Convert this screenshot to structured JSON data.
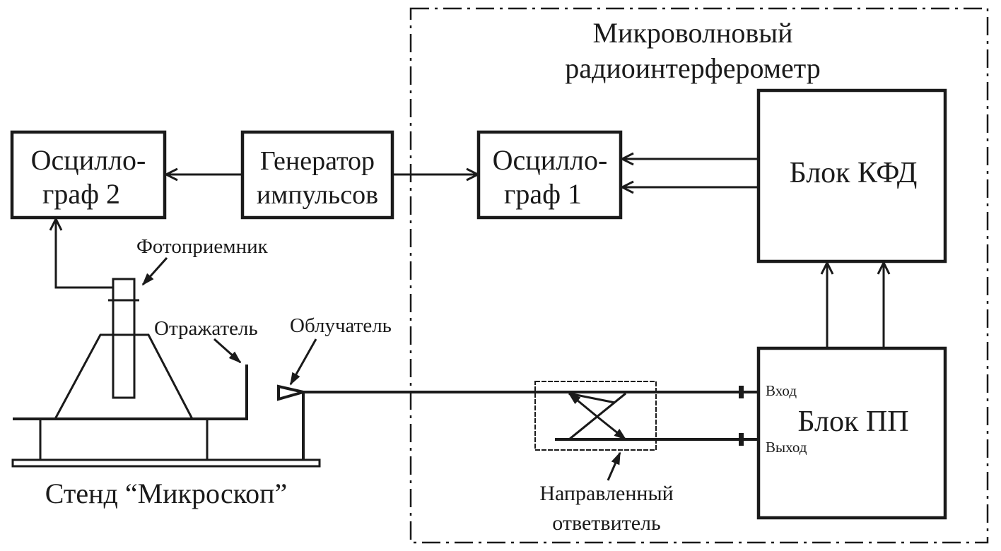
{
  "frame_title": [
    "Микроволновый",
    "радиоинтерферометр"
  ],
  "blocks": {
    "oscilloscope2": [
      "Осцилло-",
      "граф 2"
    ],
    "generator": [
      "Генератор",
      "импульсов"
    ],
    "oscilloscope1": [
      "Осцилло-",
      "граф 1"
    ],
    "kfd": "Блок КФД",
    "pp": "Блок ПП"
  },
  "ports": {
    "input": "Вход",
    "output": "Выход"
  },
  "labels": {
    "photodetector": "Фотоприемник",
    "reflector": "Отражатель",
    "feed": "Облучатель",
    "stand": "Стенд “Микроскоп”",
    "coupler": [
      "Направленный",
      "ответвитель"
    ]
  }
}
